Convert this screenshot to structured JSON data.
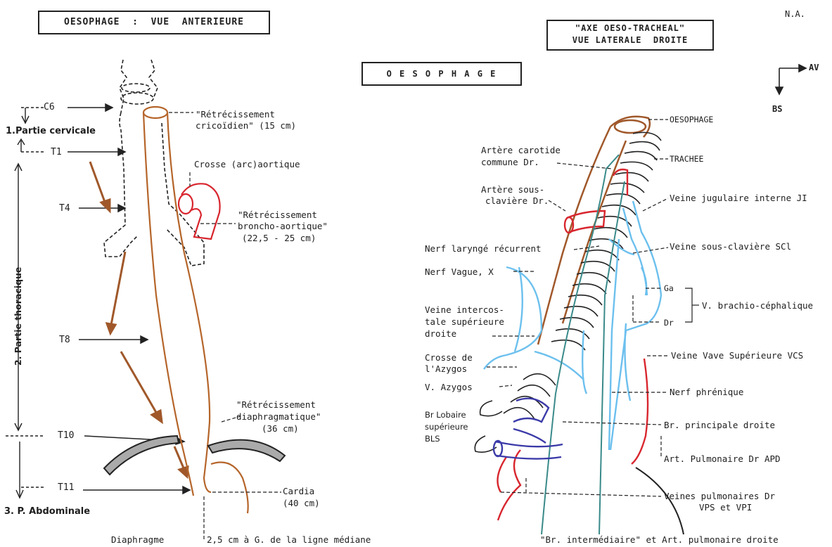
{
  "left": {
    "title": "OESOPHAGE  :  VUE  ANTERIEURE",
    "levels": [
      "C6",
      "T1",
      "T4",
      "T8",
      "T10",
      "T11"
    ],
    "parts": {
      "cervicale": "1.Partie cervicale",
      "thoracique": "2. Partie thoracique",
      "abdominale": "3. P. Abdominale"
    },
    "annotations": {
      "cricoid_1": "\"Rétrécissement",
      "cricoid_2": "cricoïdien\" (15 cm)",
      "crosse": "Crosse (arc)aortique",
      "broncho_1": "\"Rétrécissement",
      "broncho_2": "broncho-aortique\"",
      "broncho_3": "(22,5 - 25 cm)",
      "diaph_1": "\"Rétrécissement",
      "diaph_2": "diaphragmatique\"",
      "diaph_3": "(36 cm)",
      "cardia_1": "Cardia",
      "cardia_2": "(40 cm)",
      "diaphragme": "Diaphragme",
      "mediane": "2,5 cm à G. de la ligne médiane"
    }
  },
  "right": {
    "title_1": "\"AXE OESO-TRACHEAL\"",
    "title_2": "VUE LATERALE  DROITE",
    "badge": "O E S O P H A G E",
    "initials": "N.A.",
    "orientation": {
      "av": "AV",
      "bs": "BS"
    },
    "labels": {
      "oesophage": "OESOPHAGE",
      "trachee": "TRACHEE",
      "carotide_1": "Artère carotide",
      "carotide_2": "commune Dr.",
      "sousclav_a_1": "Artère sous-",
      "sousclav_a_2": "clavière Dr.",
      "jugulaire": "Veine jugulaire interne JI",
      "laryng": "Nerf laryngé récurrent",
      "sousclav_v": "Veine sous-clavière  SCl",
      "vague": "Nerf Vague, X",
      "ga": "Ga",
      "dr": "Dr",
      "brachio": "V. brachio-céphalique",
      "interco_1": "Veine intercos-",
      "interco_2": "tale supérieure",
      "interco_3": "droite",
      "vcs": "Veine Vave Supérieure  VCS",
      "crosse_az_1": "Crosse de",
      "crosse_az_2": "l'Azygos",
      "azygos": "V. Azygos",
      "phrenique": "Nerf phrénique",
      "bls_1": "Br Lobaire",
      "bls_2": "supérieure",
      "bls_3": "BLS",
      "br_princ": "Br. principale droite",
      "apd": "Art. Pulmonaire Dr  APD",
      "vp_1": "Veines pulmonaires Dr",
      "vp_2": "VPS et VPI",
      "bottom": "\"Br. intermédiaire\" et Art. pulmonaire droite"
    }
  },
  "colors": {
    "oesophagus": "#b5652a",
    "artery": "#d8262e",
    "vein": "#6cc0ee",
    "pulmonary_vein": "#3b3aa8",
    "ink": "#222222"
  }
}
